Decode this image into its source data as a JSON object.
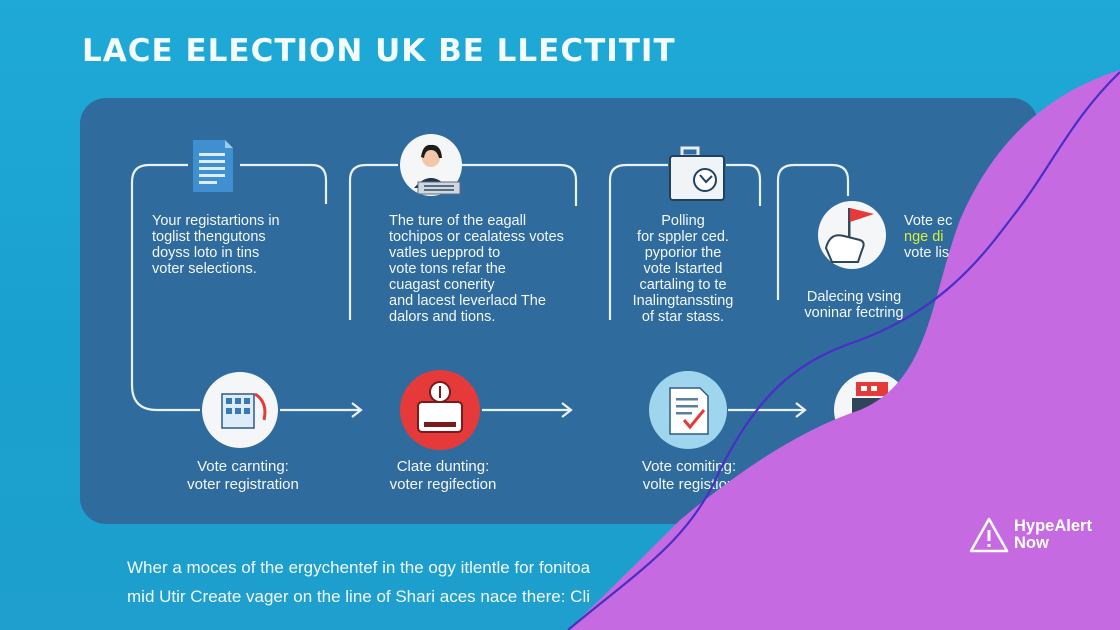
{
  "title": "LACE ELECTION UK BE LLECTITIT",
  "colors": {
    "background": "#1fa9d6",
    "panel": "#2f6b9c",
    "connector": "#e8f1f6",
    "accent_red": "#e63a3a",
    "accent_purple": "#c56ae0",
    "highlight": "#d8ee3a"
  },
  "top_steps": [
    {
      "icon": "document-icon",
      "lines": [
        "Your registartions in",
        "toglist thengutons",
        "doyss loto in tins",
        "voter selections."
      ]
    },
    {
      "icon": "person-at-desk-icon",
      "lines": [
        "The ture of the eagall",
        "tochipos or cealatess votes",
        "vatles uepprod to",
        "vote tons refar the",
        "cuagast conerity",
        "and lacest leverlacd The",
        "dalors and tions."
      ]
    },
    {
      "icon": "ballot-box-icon",
      "lines": [
        "Polling",
        "for sppler ced.",
        "pyporior the",
        "vote lstarted",
        "cartaling to te",
        "Inalingtanssting",
        "of star stass."
      ]
    },
    {
      "icon": "flag-hand-icon",
      "lines_right": [
        "Vote ec",
        "nge di",
        "vote lis"
      ],
      "lines_below": [
        "Dalecing vsing",
        "voninar fectring"
      ]
    }
  ],
  "bottom_steps": [
    {
      "icon": "building-icon",
      "lines": [
        "Vote carnting:",
        "voter registration"
      ]
    },
    {
      "icon": "ballot-machine-icon",
      "lines": [
        "Clate dunting:",
        "voter regifection"
      ]
    },
    {
      "icon": "checklist-icon",
      "lines": [
        "Vote comiting:",
        "volte registion"
      ]
    },
    {
      "icon": "screen-icon",
      "lines": []
    }
  ],
  "footer": {
    "line1": "Wher a moces of the ergychentef in the ogy itlentle for fonitoa",
    "line2": "mid Utir Create vager on the line of Shari aces nace there: Cli"
  },
  "brand": {
    "line1": "HypeAlert",
    "line2": "Now",
    "icon": "warning-triangle-icon"
  }
}
